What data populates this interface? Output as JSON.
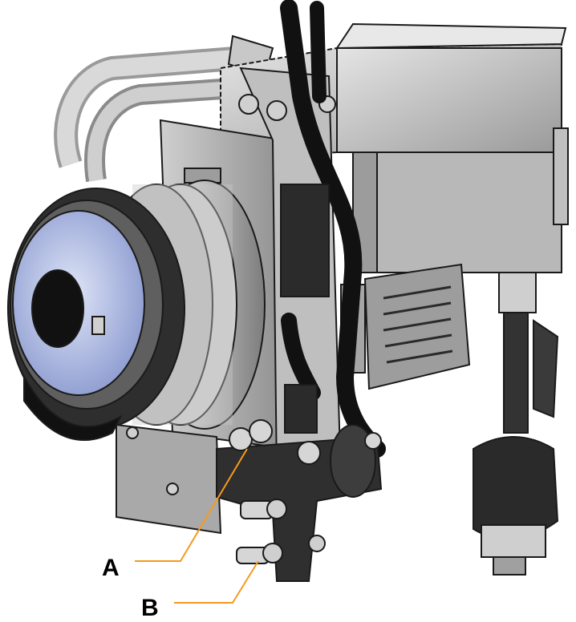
{
  "callouts": [
    {
      "id": "A",
      "label": "A"
    },
    {
      "id": "B",
      "label": "B"
    }
  ],
  "colors": {
    "leader": "#F59A1F",
    "metal_light": "#D9D9D9",
    "metal_mid": "#B3B3B3",
    "metal_dark": "#6E6E6E",
    "black_part": "#222222",
    "outline": "#1A1A1A",
    "blue_face": "#B8C4E8"
  }
}
